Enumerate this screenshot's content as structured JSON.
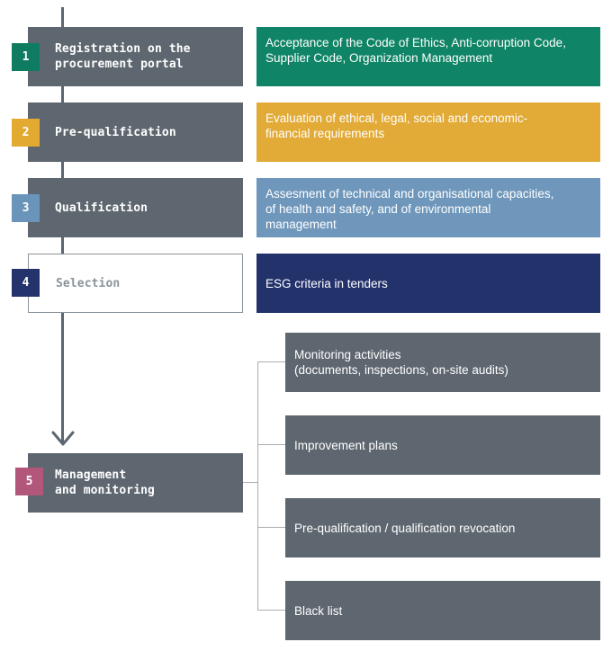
{
  "colors": {
    "step_bg": "#5e6770",
    "connector": "#5b6670",
    "badge_1": "#0f7c61",
    "badge_2": "#e2aa31",
    "badge_3": "#6a94b9",
    "badge_4": "#24336b",
    "badge_5": "#b3577a",
    "desc_1": "#0f8466",
    "desc_2": "#e2aa36",
    "desc_3": "#6f97bb",
    "desc_4": "#24326c"
  },
  "steps": [
    {
      "number": "1",
      "label": "Registration on the\nprocurement portal",
      "description": "Acceptance of the Code of Ethics, Anti-corruption Code,\nSupplier Code, Organization Management"
    },
    {
      "number": "2",
      "label": "Pre-qualification",
      "description": "Evaluation of ethical, legal, social and economic-\nfinancial requirements"
    },
    {
      "number": "3",
      "label": "Qualification",
      "description": "Assesment of technical and organisational capacities,\nof health and safety, and of environmental\nmanagement"
    },
    {
      "number": "4",
      "label": "Selection",
      "description": "ESG criteria in tenders"
    },
    {
      "number": "5",
      "label": "Management\nand monitoring"
    }
  ],
  "monitoring": [
    "Monitoring activities\n(documents, inspections, on-site audits)",
    "Improvement plans",
    "Pre-qualification / qualification revocation",
    "Black list"
  ]
}
